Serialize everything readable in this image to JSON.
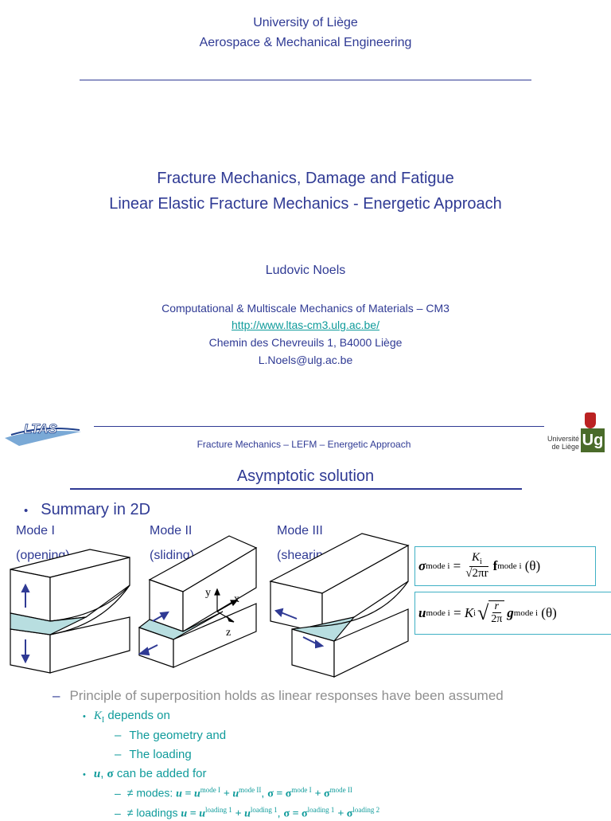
{
  "top": {
    "university": "University of Liège",
    "department": "Aerospace & Mechanical Engineering",
    "title_line1": "Fracture Mechanics, Damage and Fatigue",
    "title_line2": "Linear Elastic Fracture Mechanics - Energetic Approach",
    "author": "Ludovic Noels",
    "lab": "Computational & Multiscale Mechanics of Materials – CM3",
    "url": "http://www.ltas-cm3.ulg.ac.be/",
    "address": "Chemin des Chevreuils 1, B4000 Liège",
    "email": "L.Noels@ulg.ac.be"
  },
  "slide": {
    "header_logo_text": "LTAS",
    "header_subtitle": "Fracture Mechanics – LEFM – Energetic Approach",
    "uni_logo_line1": "Université",
    "uni_logo_line2": "de Liège",
    "uni_logo_mark": "Ug",
    "title": "Asymptotic solution",
    "bullet_main": "Summary in 2D",
    "modes": [
      {
        "name": "Mode I",
        "desc": "(opening)"
      },
      {
        "name": "Mode II",
        "desc": "(sliding)"
      },
      {
        "name": "Mode III",
        "desc": "(shearing)"
      }
    ],
    "axes": {
      "x": "x",
      "y": "y",
      "z": "z"
    },
    "formula1": {
      "lhs_sup": "mode i",
      "num": "K",
      "num_sub": "i",
      "den": "2πr",
      "rhs_sup": "mode i",
      "arg": "(θ)"
    },
    "formula2": {
      "lhs_sup": "mode i",
      "coef": "K",
      "coef_sub": "i",
      "num": "r",
      "den": "2π",
      "rhs_sup": "mode i",
      "arg": "(θ)"
    },
    "dash1": "Principle of superposition holds as linear responses have been assumed",
    "sub1_K": "K",
    "sub1_K_sub": "I",
    "sub1_label": " depends on",
    "sub1_items": [
      "The geometry and",
      "The loading"
    ],
    "sub2_u": "u",
    "sub2_sigma": "σ",
    "sub2_label": " can be added for",
    "line_modes": {
      "prefix": "≠ modes: ",
      "sup1": "mode I",
      "sup2": "mode II"
    },
    "line_loadings": {
      "prefix": "≠ loadings ",
      "sup1": "loading 1",
      "sup2": "loading 1",
      "sup3": "loading 1",
      "sup4": "loading 2"
    }
  }
}
